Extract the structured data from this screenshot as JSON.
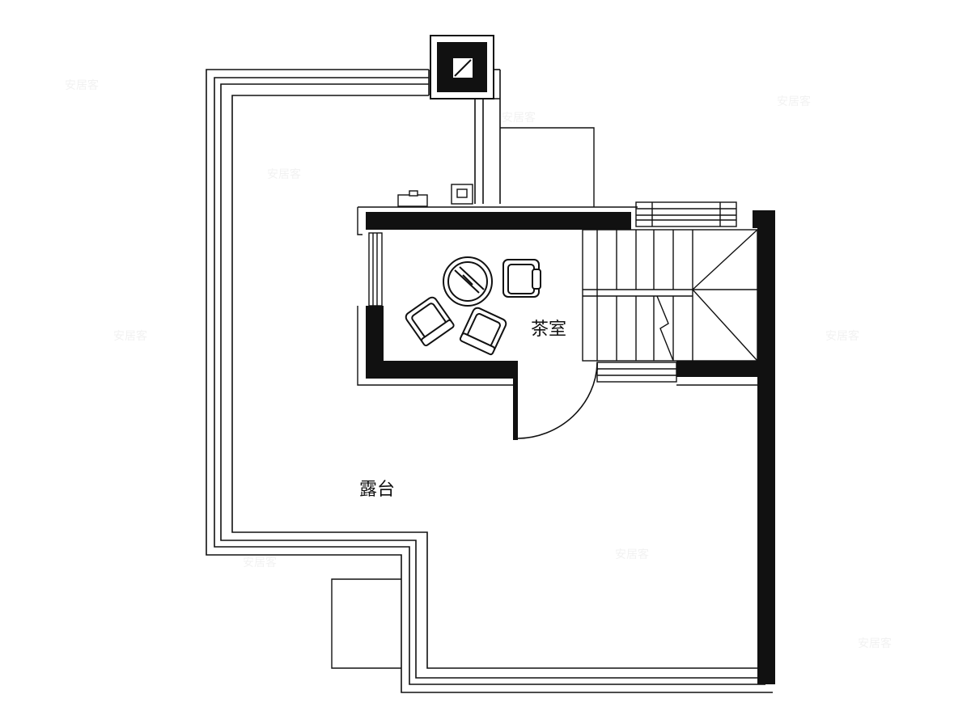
{
  "rooms": [
    {
      "id": "tea-room",
      "label": "茶室"
    },
    {
      "id": "terrace",
      "label": "露台"
    }
  ],
  "colors": {
    "wall": "#111111",
    "line": "#111111",
    "background": "#ffffff"
  }
}
